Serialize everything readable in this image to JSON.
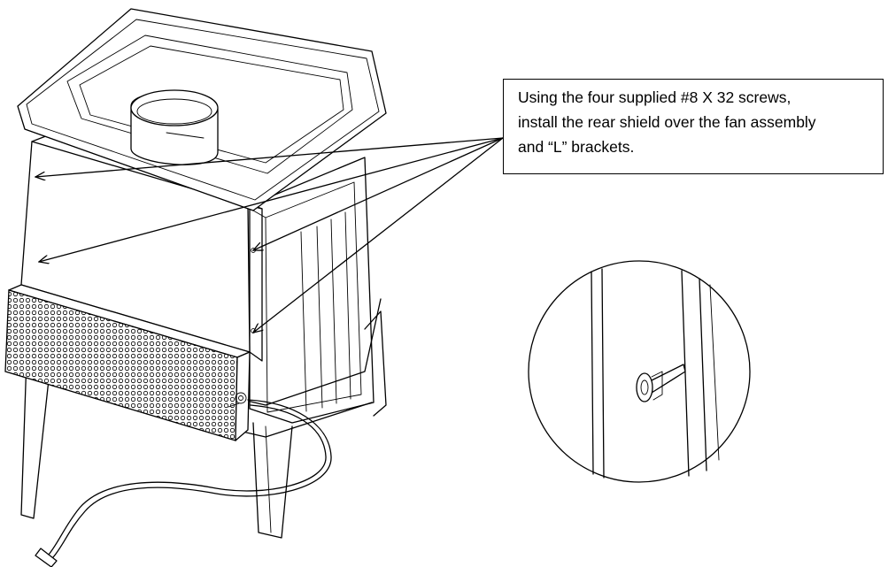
{
  "callout": {
    "lines": [
      "Using the four supplied #8 X 32 screws,",
      "install the rear shield over the fan assembly",
      "and “L” brackets."
    ]
  },
  "colors": {
    "ink": "#000000",
    "paper": "#ffffff"
  }
}
